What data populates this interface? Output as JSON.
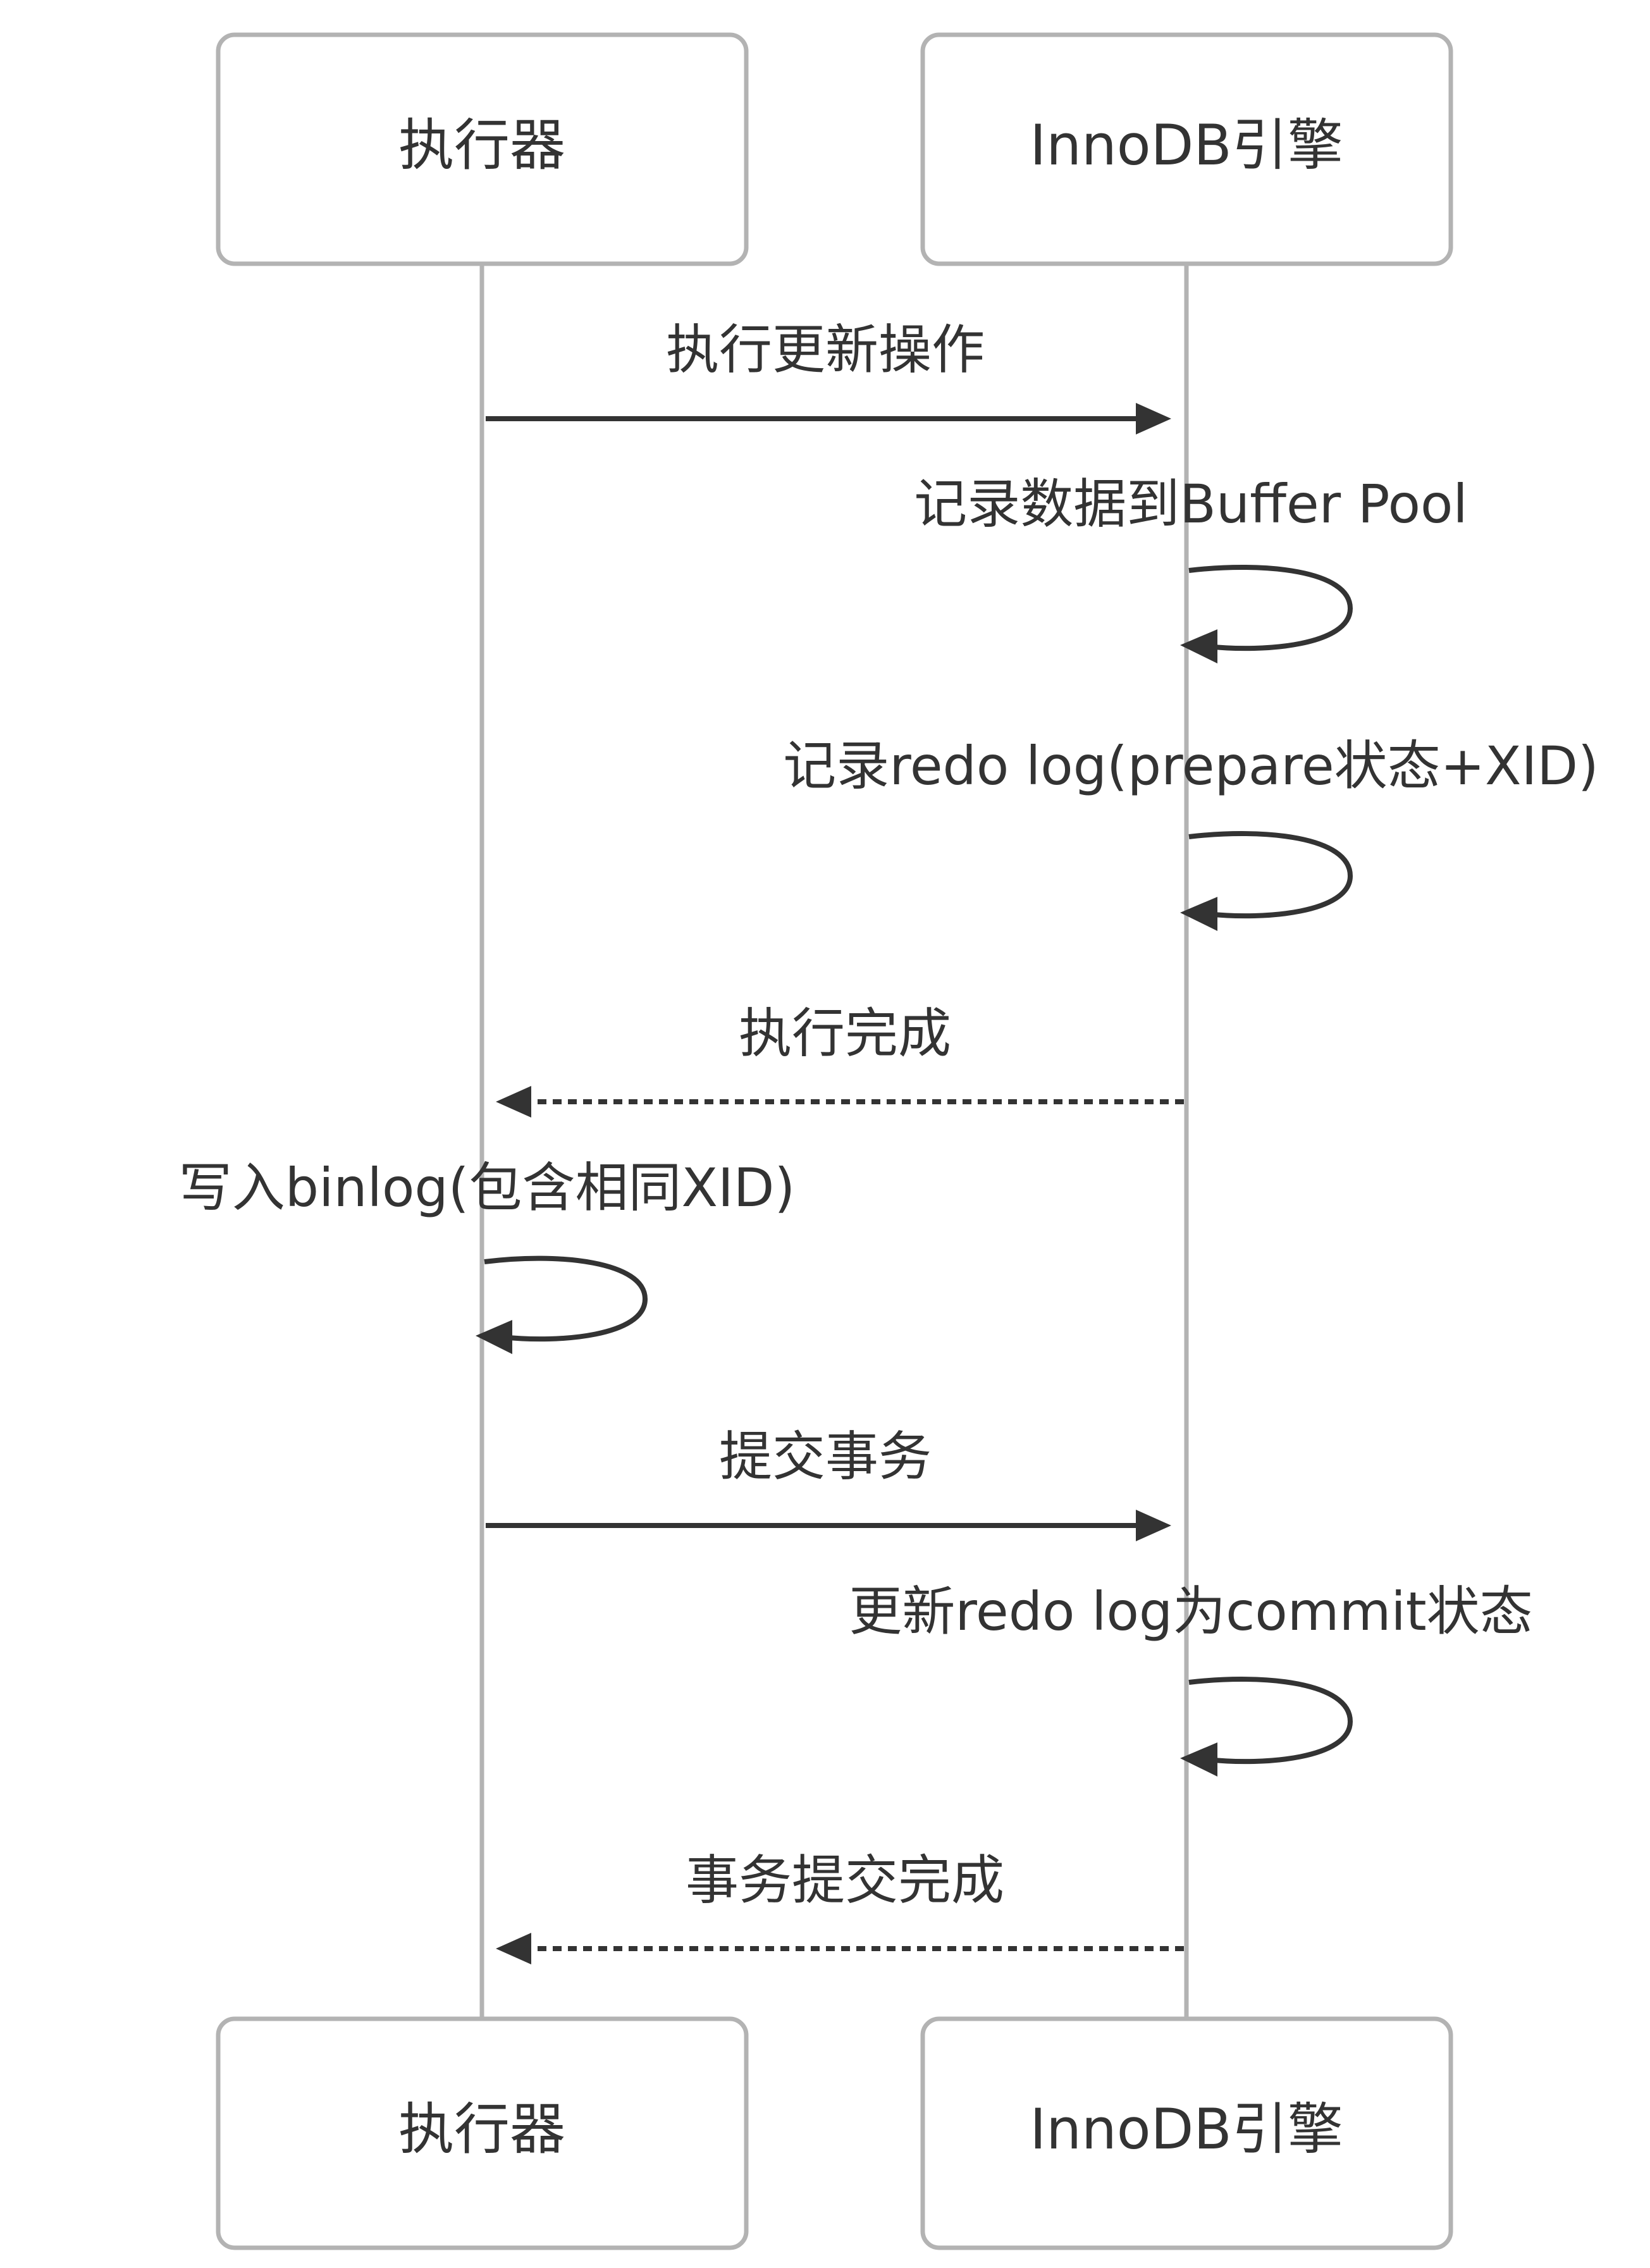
{
  "participants": [
    {
      "id": "executor",
      "label": "执行器"
    },
    {
      "id": "innodb",
      "label": "InnoDB引擎"
    }
  ],
  "messages": [
    {
      "id": "m1",
      "from": "executor",
      "to": "innodb",
      "label": "执行更新操作",
      "style": "solid"
    },
    {
      "id": "m2",
      "from": "innodb",
      "to": "innodb",
      "label": "记录数据到Buffer Pool",
      "style": "self"
    },
    {
      "id": "m3",
      "from": "innodb",
      "to": "innodb",
      "label": "记录redo log(prepare状态+XID)",
      "style": "self"
    },
    {
      "id": "m4",
      "from": "innodb",
      "to": "executor",
      "label": "执行完成",
      "style": "dashed"
    },
    {
      "id": "m5",
      "from": "executor",
      "to": "executor",
      "label": "写入binlog(包含相同XID)",
      "style": "self"
    },
    {
      "id": "m6",
      "from": "executor",
      "to": "innodb",
      "label": "提交事务",
      "style": "solid"
    },
    {
      "id": "m7",
      "from": "innodb",
      "to": "innodb",
      "label": "更新redo log为commit状态",
      "style": "self"
    },
    {
      "id": "m8",
      "from": "innodb",
      "to": "executor",
      "label": "事务提交完成",
      "style": "dashed"
    }
  ],
  "colors": {
    "line": "#333333",
    "lifeline": "#b3b3b3",
    "box_border": "#b3b3b3",
    "text": "#333333"
  }
}
